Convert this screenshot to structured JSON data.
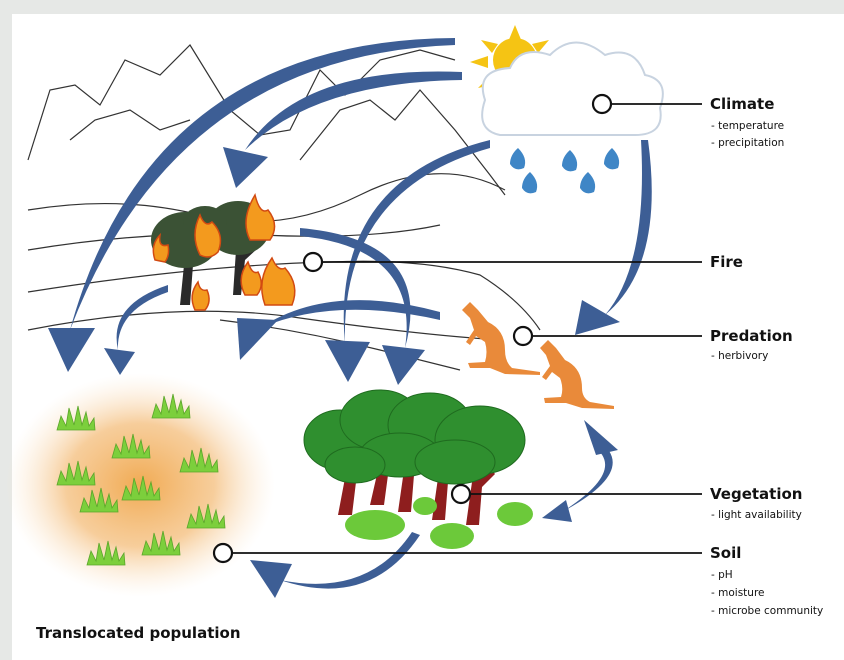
{
  "colors": {
    "arrow": "#3d5e95",
    "background": "#e6e8e6",
    "panel": "#ffffff",
    "kangaroo": "#e98a3a",
    "tree_green": "#2f8f2f",
    "trunk": "#8e1e1e",
    "grass": "#7ccf3c",
    "soil_glow": "#f0a64a",
    "rain": "#3f86c6",
    "sun": "#f5c414",
    "flame": "#f39a1e"
  },
  "factors": [
    {
      "name": "Climate",
      "details": [
        "- temperature",
        "- precipitation"
      ]
    },
    {
      "name": "Fire",
      "details": []
    },
    {
      "name": "Predation",
      "details": [
        "- herbivory"
      ]
    },
    {
      "name": "Vegetation",
      "details": [
        "- light availability"
      ]
    },
    {
      "name": "Soil",
      "details": [
        "- pH",
        "- moisture",
        "- microbe community"
      ]
    }
  ],
  "caption": "Translocated population",
  "icons": [
    "mountains-icon",
    "sun-icon",
    "cloud-icon",
    "raindrop-icon",
    "burning-tree-icon",
    "flame-icon",
    "kangaroo-icon",
    "tree-icon",
    "bush-icon",
    "grass-tuft-icon"
  ]
}
